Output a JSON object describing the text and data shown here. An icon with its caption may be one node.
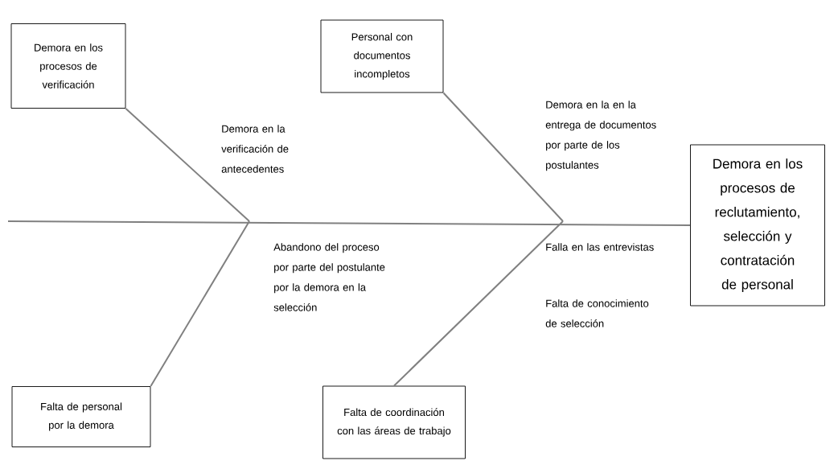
{
  "diagram": {
    "nodes": [
      {
        "text": [
          "Demora en los procesos de verificación"
        ]
      },
      {
        "text": [
          "Personal con documentos incompletos"
        ]
      },
      {
        "text": [
          "Falta de personal por la demora"
        ]
      },
      {
        "text": [
          "Falta de coordinación con las áreas de trabajo"
        ]
      },
      {
        "text": [
          "Demora en los procesos de reclutamiento, selección y contratación de personal"
        ]
      }
    ],
    "edges": [
      {
        "from": null,
        "to": 4,
        "arrow": "none"
      },
      {
        "from": 0,
        "to": null,
        "arrow": "none"
      },
      {
        "from": 1,
        "to": null,
        "arrow": "none"
      },
      {
        "from": 2,
        "to": null,
        "arrow": "none"
      },
      {
        "from": 3,
        "to": null,
        "arrow": "none"
      }
    ],
    "labels": [
      "Demora en la verificación de antecedentes",
      "Demora en la en la entrega de documentos por parte de los postulantes",
      "Abandono del proceso por parte del postulante por la demora en la selección",
      "Falla en las entrevistas",
      "Falta de conocimiento de selección"
    ]
  }
}
